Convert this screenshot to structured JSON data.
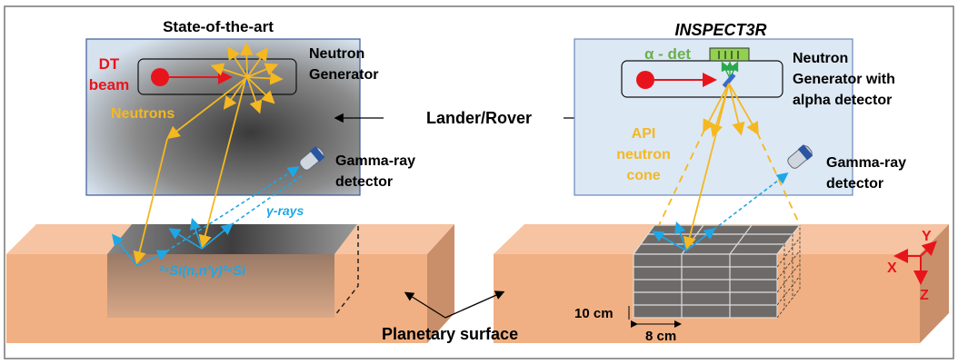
{
  "left": {
    "title": "State-of-the-art",
    "dt_beam": [
      "DT",
      "beam"
    ],
    "neutrons": "Neutrons",
    "neutron_generator": [
      "Neutron",
      "Generator"
    ],
    "gamma_detector": [
      "Gamma-ray",
      "detector"
    ],
    "gamma_rays": "γ-rays",
    "reaction": "²⁸Si(n,n′γ)²⁸Si"
  },
  "center": {
    "lander_rover": "Lander/Rover",
    "planetary_surface": "Planetary surface"
  },
  "right": {
    "title": "INSPECT3R",
    "alpha_det": "α - det",
    "neutron_generator": [
      "Neutron",
      "Generator with",
      "alpha detector"
    ],
    "api_cone": [
      "API",
      "neutron",
      "cone"
    ],
    "gamma_detector": [
      "Gamma-ray",
      "detector"
    ],
    "dim_height": "10 cm",
    "dim_width": "8 cm",
    "axes": {
      "x": "X",
      "y": "Y",
      "z": "Z"
    }
  },
  "colors": {
    "neutron": "#f5b820",
    "gamma": "#1ea7e6",
    "beam": "#e8141c",
    "alpha": "#6ab04c",
    "surface": "#f0b083",
    "box_right": "#dce8f4"
  }
}
